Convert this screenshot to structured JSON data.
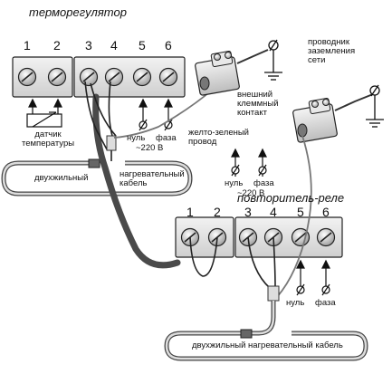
{
  "thermostat": {
    "title": "терморегулятор",
    "terminals": [
      "1",
      "2",
      "3",
      "4",
      "5",
      "6"
    ]
  },
  "relay": {
    "title": "повторитель-реле",
    "terminals": [
      "1",
      "2",
      "3",
      "4",
      "5",
      "6"
    ]
  },
  "labels": {
    "sensor": "датчик\nтемпературы",
    "null1": "нуль",
    "phase1": "фаза",
    "voltage1": "~220 В",
    "yellow_green": "желто-зеленый\nпровод",
    "external_contact": "внешний\nклеммный\nконтакт",
    "ground_conductor": "проводник\nзаземления\nсети",
    "two_core": "двухжильный",
    "heating_cable": "нагревательный\nкабель",
    "null2": "нуль",
    "phase2": "фаза",
    "voltage2": "~220 В",
    "null3": "нуль",
    "phase3": "фаза",
    "two_core_heating": "двухжильный нагревательный кабель"
  },
  "colors": {
    "block": "#e6e6e6",
    "dark_cable": "#555555",
    "wire": "#222222",
    "screw": "#bfbfbf"
  }
}
